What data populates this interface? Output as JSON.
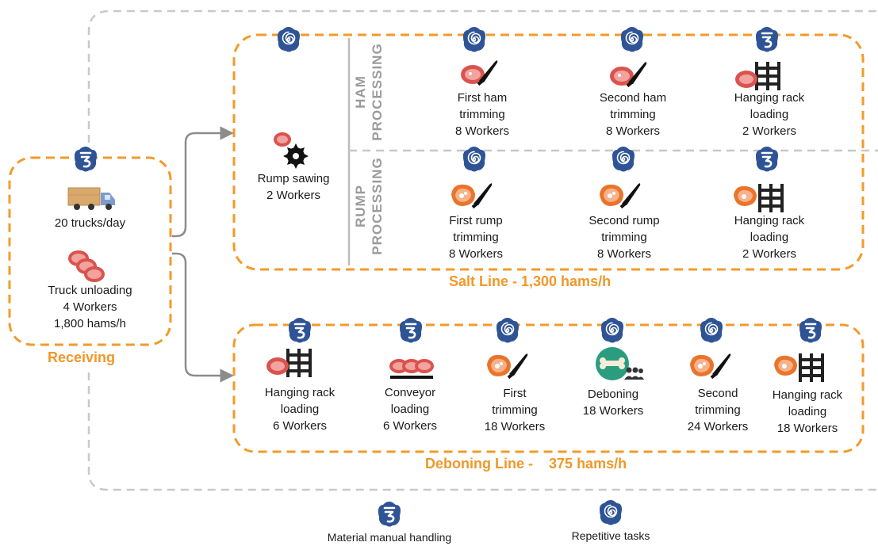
{
  "colors": {
    "dashed_orange": "#f39a2a",
    "dashed_gray": "#c8c8c8",
    "badge_blue": "#2f5496",
    "text_orange": "#f0982a"
  },
  "receiving": {
    "title": "Receiving",
    "trucks": "20 trucks/day",
    "unloading": {
      "line1": "Truck unloading",
      "line2": "4 Workers",
      "line3": "1,800 hams/h"
    }
  },
  "salt_line": {
    "title": "Salt Line - 1,300 hams/h",
    "ham_processing": {
      "line1": "HAM",
      "line2": "PROCESSING"
    },
    "rump_processing": {
      "line1": "RUMP",
      "line2": "PROCESSING"
    },
    "rump_sawing": {
      "line1": "Rump sawing",
      "line2": "2 Workers"
    },
    "ham_steps": [
      {
        "line1": "First ham",
        "line2": "trimming",
        "line3": "8 Workers"
      },
      {
        "line1": "Second ham",
        "line2": "trimming",
        "line3": "8 Workers"
      },
      {
        "line1": "Hanging rack",
        "line2": "loading",
        "line3": "2 Workers"
      }
    ],
    "rump_steps": [
      {
        "line1": "First rump",
        "line2": "trimming",
        "line3": "8 Workers"
      },
      {
        "line1": "Second rump",
        "line2": "trimming",
        "line3": "8 Workers"
      },
      {
        "line1": "Hanging rack",
        "line2": "loading",
        "line3": "2 Workers"
      }
    ]
  },
  "deboning_line": {
    "title_prefix": "Deboning Line -",
    "title_value": "375",
    "title_suffix": "hams/h",
    "steps": [
      {
        "line1": "Hanging rack",
        "line2": "loading",
        "line3": "6 Workers"
      },
      {
        "line1": "Conveyor",
        "line2": "loading",
        "line3": "6 Workers"
      },
      {
        "line1": "First",
        "line2": "trimming",
        "line3": "18 Workers"
      },
      {
        "line1": "Deboning",
        "line2": "18 Workers",
        "line3": ""
      },
      {
        "line1": "Second",
        "line2": "trimming",
        "line3": "24 Workers"
      },
      {
        "line1": "Hanging rack",
        "line2": "loading",
        "line3": "18 Workers"
      }
    ]
  },
  "legend": {
    "material_handling": "Material manual handling",
    "repetitive_tasks": "Repetitive tasks"
  }
}
